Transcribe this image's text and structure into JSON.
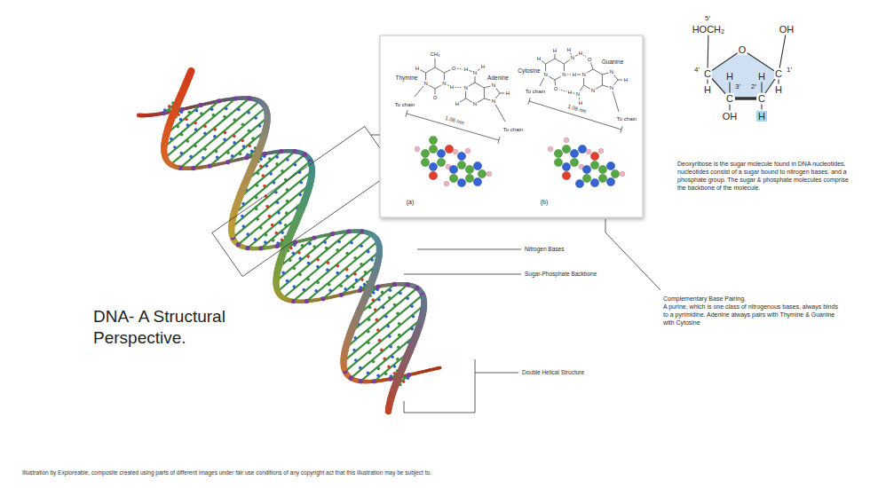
{
  "diagram": {
    "title": "DNA- A Structural Perspective.",
    "caption": "Illustration by Exploreable, composite created using parts of different images under fair use conditions of any copyright act that this illustration may be subject to.",
    "labels": [
      "Thymine",
      "Adenine",
      "CH₃",
      "H",
      "O",
      "N",
      "H",
      "O",
      "N",
      "N",
      "H",
      "H",
      "N",
      "H",
      "N",
      "N",
      "H",
      "N",
      "To chain",
      "To chain",
      "1.08 nm",
      "(a)",
      "Cytosine",
      "Guanine",
      "H",
      "H",
      "N",
      "H",
      "H",
      "N",
      "O",
      "N",
      "O",
      "N",
      "H",
      "N",
      "H",
      "H",
      "N",
      "N",
      "H",
      "N",
      "To chain",
      "To chain",
      "1.08 nm",
      "(b)",
      "Nitrogen Bases",
      "Sugar-Phosphate Backbone",
      "Double Helical Structure",
      "5′",
      "HOCH₂",
      "OH",
      "O",
      "4′",
      "C",
      "H",
      "H",
      "C",
      "1′",
      "H",
      "3′",
      "2′",
      "H",
      "C",
      "C",
      "OH",
      "H",
      "Deoxyribose is the sugar molecule found in DNA nucleotides, nucleotides consist of a sugar bound to nitrogen bases. and a phosphate group. The sugar & phosphate molecules comprise the backbone of the molecule.",
      "Complementary Base Pairing,",
      "A purine, which is one class of nitrogenous bases, always binds to a pyrimidine. Adenine always pairs with Thymine & Guanine with Cytosine"
    ]
  }
}
